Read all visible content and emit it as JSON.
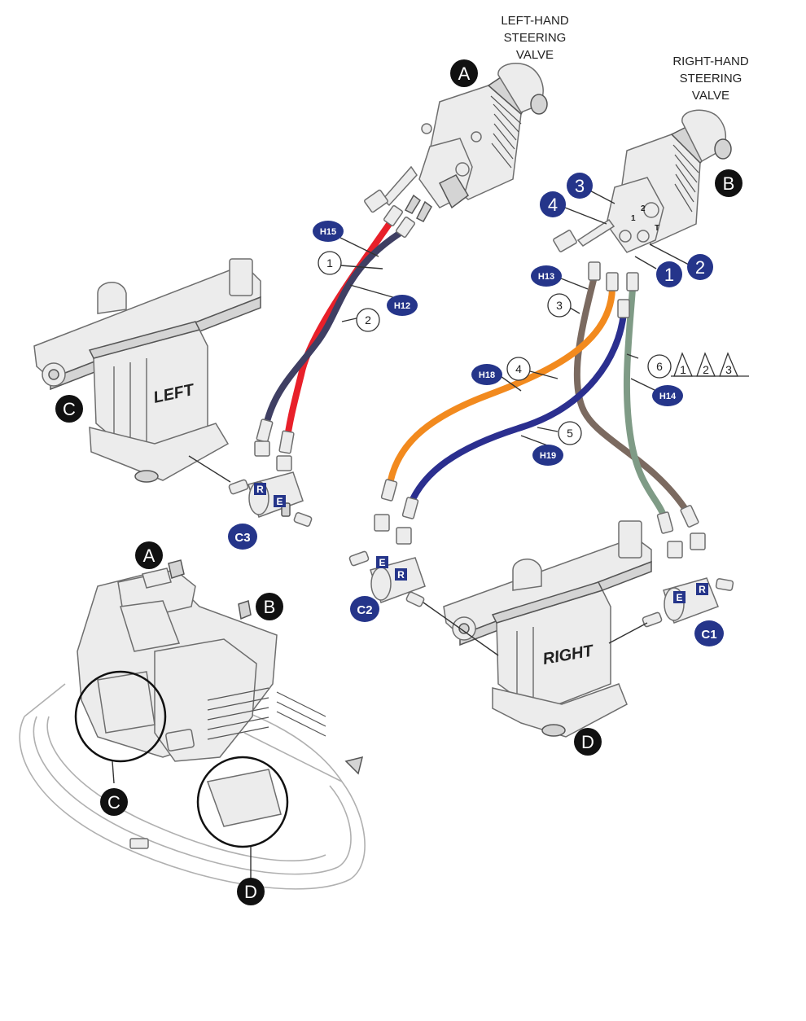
{
  "title_left": [
    "LEFT-HAND",
    "STEERING",
    "VALVE"
  ],
  "title_right": [
    "RIGHT-HAND",
    "STEERING",
    "VALVE"
  ],
  "gearbox_left_label": "LEFT",
  "gearbox_right_label": "RIGHT",
  "callouts": {
    "A_top": "A",
    "B_top": "B",
    "C_top": "C",
    "D_top": "D",
    "A_bottom": "A",
    "B_bottom": "B",
    "C_bottom": "C",
    "D_bottom": "D"
  },
  "ports_blue": {
    "p1": "1",
    "p2": "2",
    "p3": "3",
    "p4": "4"
  },
  "hose_tags": {
    "H15": "H15",
    "H12": "H12",
    "H13": "H13",
    "H18": "H18",
    "H19": "H19",
    "H14": "H14"
  },
  "cylinder_tags": {
    "C1": "C1",
    "C2": "C2",
    "C3": "C3"
  },
  "hose_numbers": {
    "n1": "1",
    "n2": "2",
    "n3": "3",
    "n4": "4",
    "n5": "5",
    "n6": "6"
  },
  "notes": [
    "1",
    "2",
    "3"
  ],
  "port_letters": {
    "R_left": "R",
    "E_left": "E",
    "E_c2": "E",
    "R_c2": "R",
    "E_c1": "E",
    "R_c1": "R"
  },
  "valve_ports": {
    "v1": "1",
    "v2": "2",
    "vT": "T"
  },
  "colors": {
    "hose_red": "#e8202a",
    "hose_navy": "#3f3f63",
    "hose_brown": "#7b6a60",
    "hose_orange": "#f28a1e",
    "hose_blue": "#2b2f8f",
    "hose_green": "#7f9b86",
    "tag_blue": "#25358a",
    "callout_black": "#111111"
  }
}
